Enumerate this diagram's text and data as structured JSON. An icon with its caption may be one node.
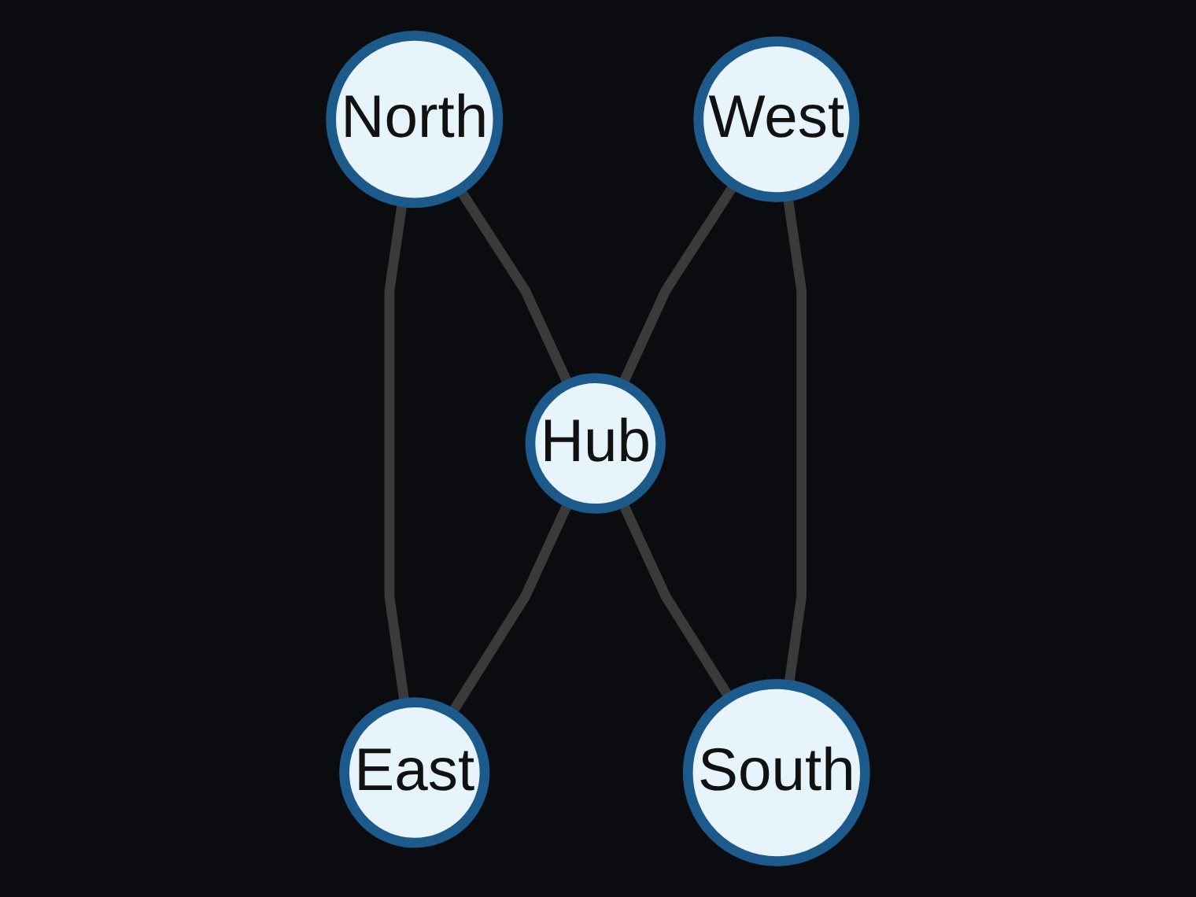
{
  "diagram": {
    "nodes": [
      {
        "text": [
          "North"
        ]
      },
      {
        "text": [
          "West"
        ]
      },
      {
        "text": [
          "Hub"
        ]
      },
      {
        "text": [
          "East"
        ]
      },
      {
        "text": [
          "South"
        ]
      }
    ],
    "edges": [
      {
        "from": 0,
        "to": 2,
        "arrow": "none"
      },
      {
        "from": 0,
        "to": 3,
        "arrow": "none"
      },
      {
        "from": 1,
        "to": 2,
        "arrow": "none"
      },
      {
        "from": 2,
        "to": 3,
        "arrow": "none"
      },
      {
        "from": 2,
        "to": 4,
        "arrow": "none"
      },
      {
        "from": 1,
        "to": 4,
        "arrow": "none"
      }
    ]
  }
}
